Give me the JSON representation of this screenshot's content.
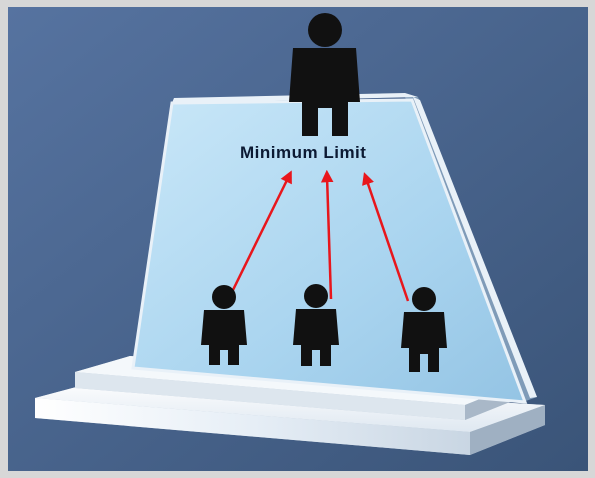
{
  "diagram": {
    "label": "Minimum Limit",
    "colors": {
      "background": "#3f5a80",
      "background_light": "#5673a0",
      "face": "#a9d4ef",
      "face_light": "#c9e7f8",
      "side": "#6f8fb0",
      "rim": "#e9f1f8",
      "base": "#f2f6fa",
      "base_shadow": "#aab8c8",
      "figure": "#111111",
      "arrow": "#e8161c",
      "frame": "#c8c8c8"
    },
    "figures": [
      {
        "role": "top",
        "icon": "person-icon"
      },
      {
        "role": "bottom",
        "icon": "person-icon"
      },
      {
        "role": "bottom",
        "icon": "person-icon"
      },
      {
        "role": "bottom",
        "icon": "person-icon"
      }
    ],
    "arrows_count": 3
  }
}
